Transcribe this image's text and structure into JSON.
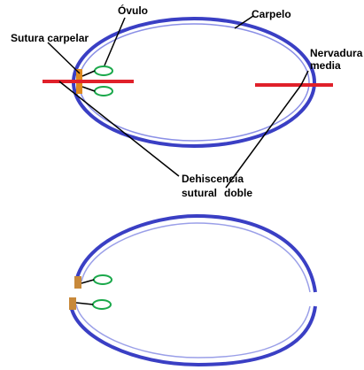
{
  "labels": {
    "ovulo": "Óvulo",
    "carpelo": "Carpelo",
    "sutura_carpelar": "Sutura carpelar",
    "nervadura_line1": "Nervadura",
    "nervadura_line2": "media",
    "dehiscencia_line1": "Dehiscencia",
    "dehiscencia_line2": "sutural",
    "dehiscencia_line3": "doble"
  },
  "colors": {
    "carpel_wall": "#3a3fc4",
    "cut_line": "#e0202a",
    "ovule": "#1aa84a",
    "suture": "#e08a1e",
    "leader": "#000000"
  }
}
